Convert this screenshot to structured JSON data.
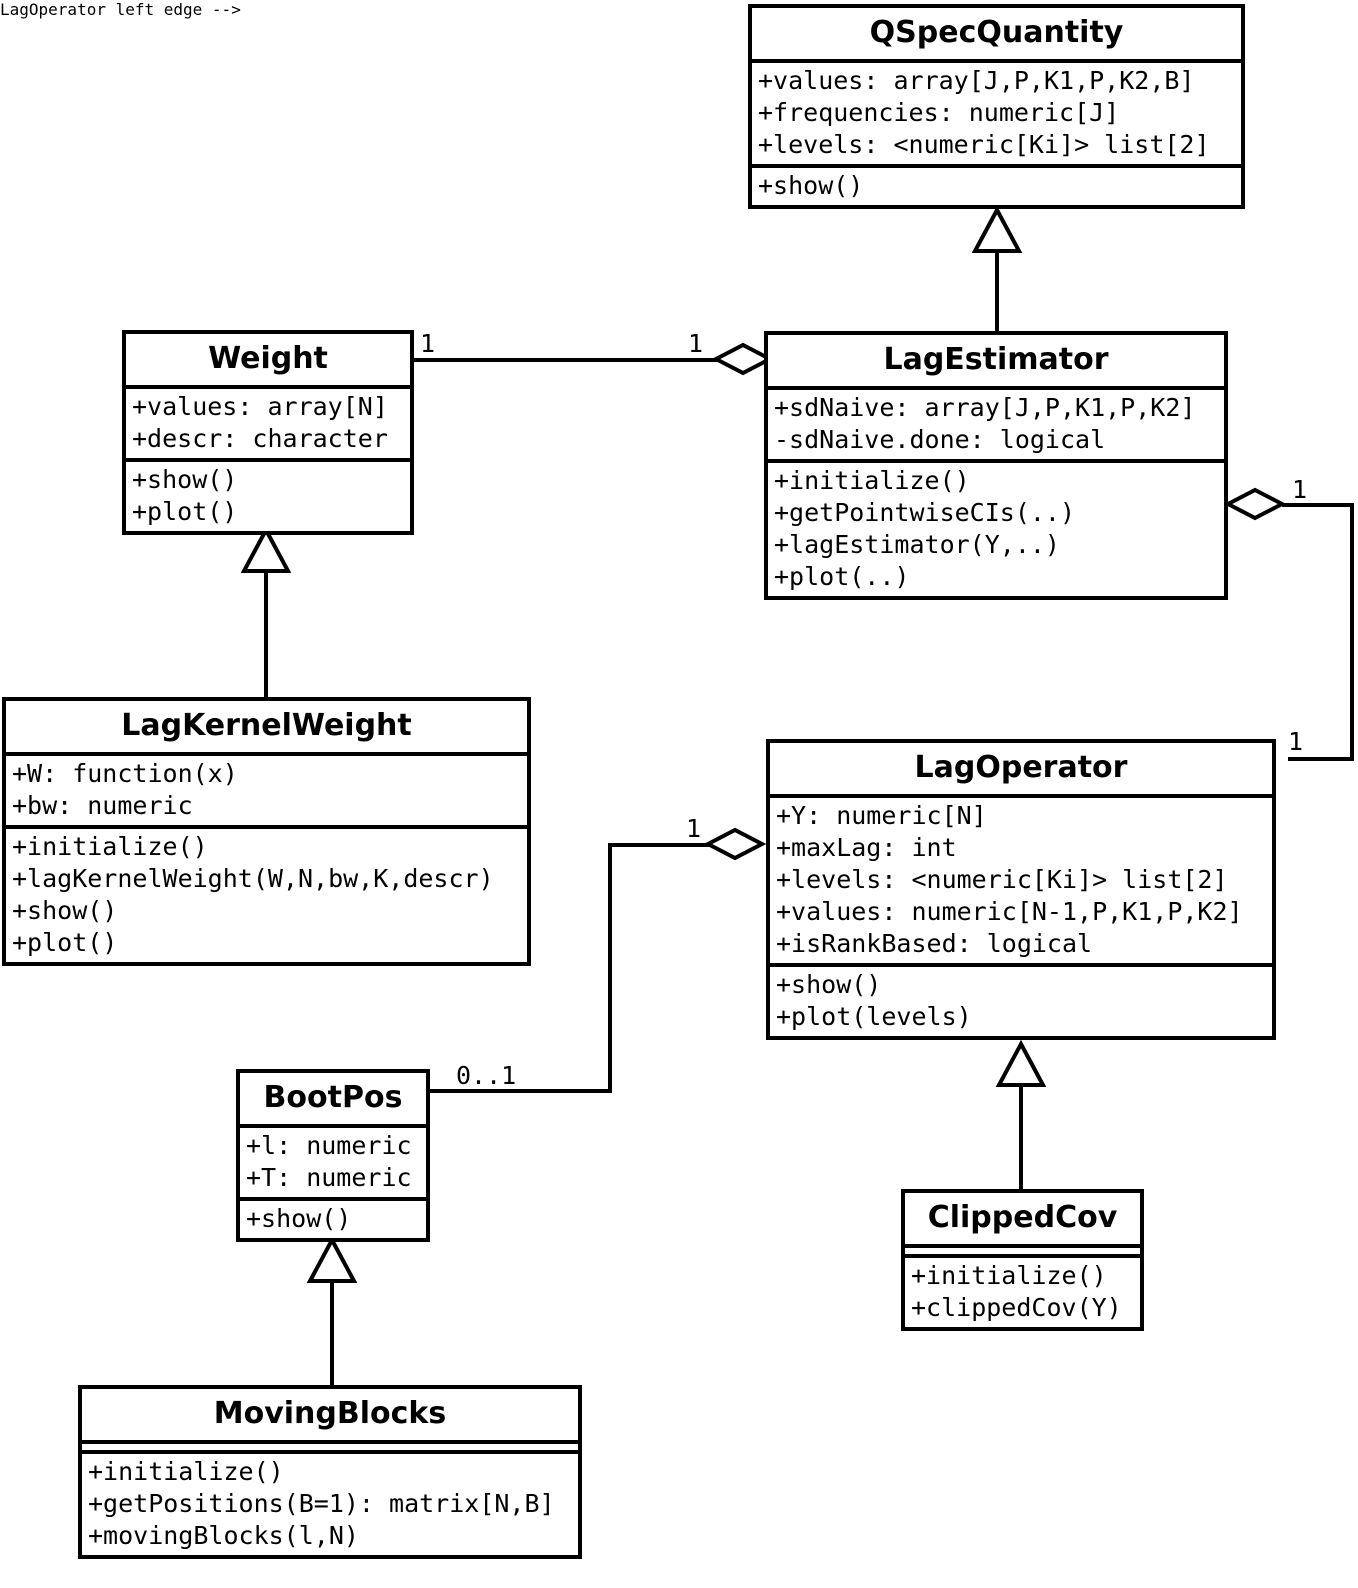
{
  "diagram": {
    "kind": "uml-class-diagram",
    "stroke_color": "#000000",
    "fill_color": "#ffffff",
    "classes": [
      {
        "id": "qspecquantity",
        "name": "QSpecQuantity",
        "attributes": [
          "+values: array[J,P,K1,P,K2,B]",
          "+frequencies: numeric[J]",
          "+levels: <numeric[Ki]> list[2]"
        ],
        "operations": [
          "+show()"
        ]
      },
      {
        "id": "weight",
        "name": "Weight",
        "attributes": [
          "+values: array[N]",
          "+descr: character"
        ],
        "operations": [
          "+show()",
          "+plot()"
        ]
      },
      {
        "id": "lagestimator",
        "name": "LagEstimator",
        "attributes": [
          "+sdNaive: array[J,P,K1,P,K2]",
          "-sdNaive.done: logical"
        ],
        "operations": [
          "+initialize()",
          "+getPointwiseCIs(..)",
          "+lagEstimator(Y,..)",
          "+plot(..)"
        ]
      },
      {
        "id": "lagkernelweight",
        "name": "LagKernelWeight",
        "attributes": [
          "+W: function(x)",
          "+bw: numeric"
        ],
        "operations": [
          "+initialize()",
          "+lagKernelWeight(W,N,bw,K,descr)",
          "+show()",
          "+plot()"
        ]
      },
      {
        "id": "lagoperator",
        "name": "LagOperator",
        "attributes": [
          "+Y: numeric[N]",
          "+maxLag: int",
          "+levels: <numeric[Ki]> list[2]",
          "+values: numeric[N-1,P,K1,P,K2]",
          "+isRankBased: logical"
        ],
        "operations": [
          "+show()",
          "+plot(levels)"
        ]
      },
      {
        "id": "bootpos",
        "name": "BootPos",
        "attributes": [
          "+l: numeric",
          "+T: numeric"
        ],
        "operations": [
          "+show()"
        ]
      },
      {
        "id": "clippedcov",
        "name": "ClippedCov",
        "attributes": [],
        "operations": [
          "+initialize()",
          "+clippedCov(Y)"
        ]
      },
      {
        "id": "movingblocks",
        "name": "MovingBlocks",
        "attributes": [],
        "operations": [
          "+initialize()",
          "+getPositions(B=1): matrix[N,B]",
          "+movingBlocks(l,N)"
        ]
      }
    ],
    "relationships": [
      {
        "id": "lagestimator-extends-qspecquantity",
        "type": "generalization",
        "from": "LagEstimator",
        "to": "QSpecQuantity"
      },
      {
        "id": "lagkernelweight-extends-weight",
        "type": "generalization",
        "from": "LagKernelWeight",
        "to": "Weight"
      },
      {
        "id": "clippedcov-extends-lagoperator",
        "type": "generalization",
        "from": "ClippedCov",
        "to": "LagOperator"
      },
      {
        "id": "movingblocks-extends-bootpos",
        "type": "generalization",
        "from": "MovingBlocks",
        "to": "BootPos"
      },
      {
        "id": "lagestimator-aggregates-weight",
        "type": "aggregation",
        "whole": "LagEstimator",
        "part": "Weight",
        "part_multiplicity": "1",
        "whole_multiplicity": "1"
      },
      {
        "id": "lagestimator-aggregates-lagoperator",
        "type": "aggregation",
        "whole": "LagEstimator",
        "part": "LagOperator",
        "part_multiplicity": "1",
        "whole_multiplicity": "1"
      },
      {
        "id": "lagoperator-aggregates-bootpos",
        "type": "aggregation",
        "whole": "LagOperator",
        "part": "BootPos",
        "part_multiplicity": "0..1",
        "whole_multiplicity": "1"
      }
    ],
    "multiplicity_labels": {
      "weight_end": "1",
      "lagestimator_weight_end": "1",
      "lagestimator_lagoperator_end": "1",
      "lagoperator_end": "1",
      "lagoperator_bootpos_end": "1",
      "bootpos_end": "0..1"
    }
  }
}
